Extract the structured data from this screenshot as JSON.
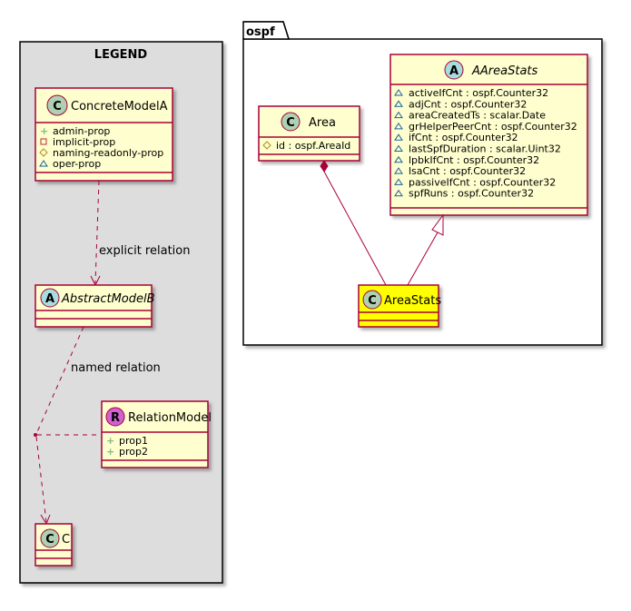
{
  "legend": {
    "title": "LEGEND",
    "concrete_model": {
      "badge": "C",
      "name": "ConcreteModelA",
      "members": [
        {
          "vis": "+",
          "text": "admin-prop"
        },
        {
          "vis": "-",
          "text": "implicit-prop"
        },
        {
          "vis": "#",
          "text": "naming-readonly-prop"
        },
        {
          "vis": "~",
          "text": "oper-prop"
        }
      ]
    },
    "abstract_model": {
      "badge": "A",
      "name": "AbstractModelB"
    },
    "relation_model": {
      "badge": "R",
      "name": "RelationModel",
      "members": [
        {
          "vis": "+",
          "text": "prop1"
        },
        {
          "vis": "+",
          "text": "prop2"
        }
      ]
    },
    "c_model": {
      "badge": "C",
      "name": "C"
    },
    "explicit_relation_label": "explicit relation",
    "named_relation_label": "named relation"
  },
  "ospf": {
    "package_name": "ospf",
    "area": {
      "badge": "C",
      "name": "Area",
      "members": [
        {
          "vis": "#",
          "text": "id : ospf.AreaId"
        }
      ]
    },
    "aareastats": {
      "badge": "A",
      "name": "AAreaStats",
      "members": [
        {
          "vis": "~",
          "text": "activeIfCnt : ospf.Counter32"
        },
        {
          "vis": "~",
          "text": "adjCnt : ospf.Counter32"
        },
        {
          "vis": "~",
          "text": "areaCreatedTs : scalar.Date"
        },
        {
          "vis": "~",
          "text": "grHelperPeerCnt : ospf.Counter32"
        },
        {
          "vis": "~",
          "text": "ifCnt : ospf.Counter32"
        },
        {
          "vis": "~",
          "text": "lastSpfDuration : scalar.Uint32"
        },
        {
          "vis": "~",
          "text": "lpbkIfCnt : ospf.Counter32"
        },
        {
          "vis": "~",
          "text": "lsaCnt : ospf.Counter32"
        },
        {
          "vis": "~",
          "text": "passiveIfCnt : ospf.Counter32"
        },
        {
          "vis": "~",
          "text": "spfRuns : ospf.Counter32"
        }
      ]
    },
    "areastats": {
      "badge": "C",
      "name": "AreaStats",
      "fill": "#ffff00"
    }
  },
  "colors": {
    "class_fill": "#fefece",
    "border": "#a80036",
    "badge_class": "#add1b2",
    "badge_abstract": "#a9dcdf",
    "badge_relation": "#d061d0",
    "legend_bg": "#dddddd"
  }
}
